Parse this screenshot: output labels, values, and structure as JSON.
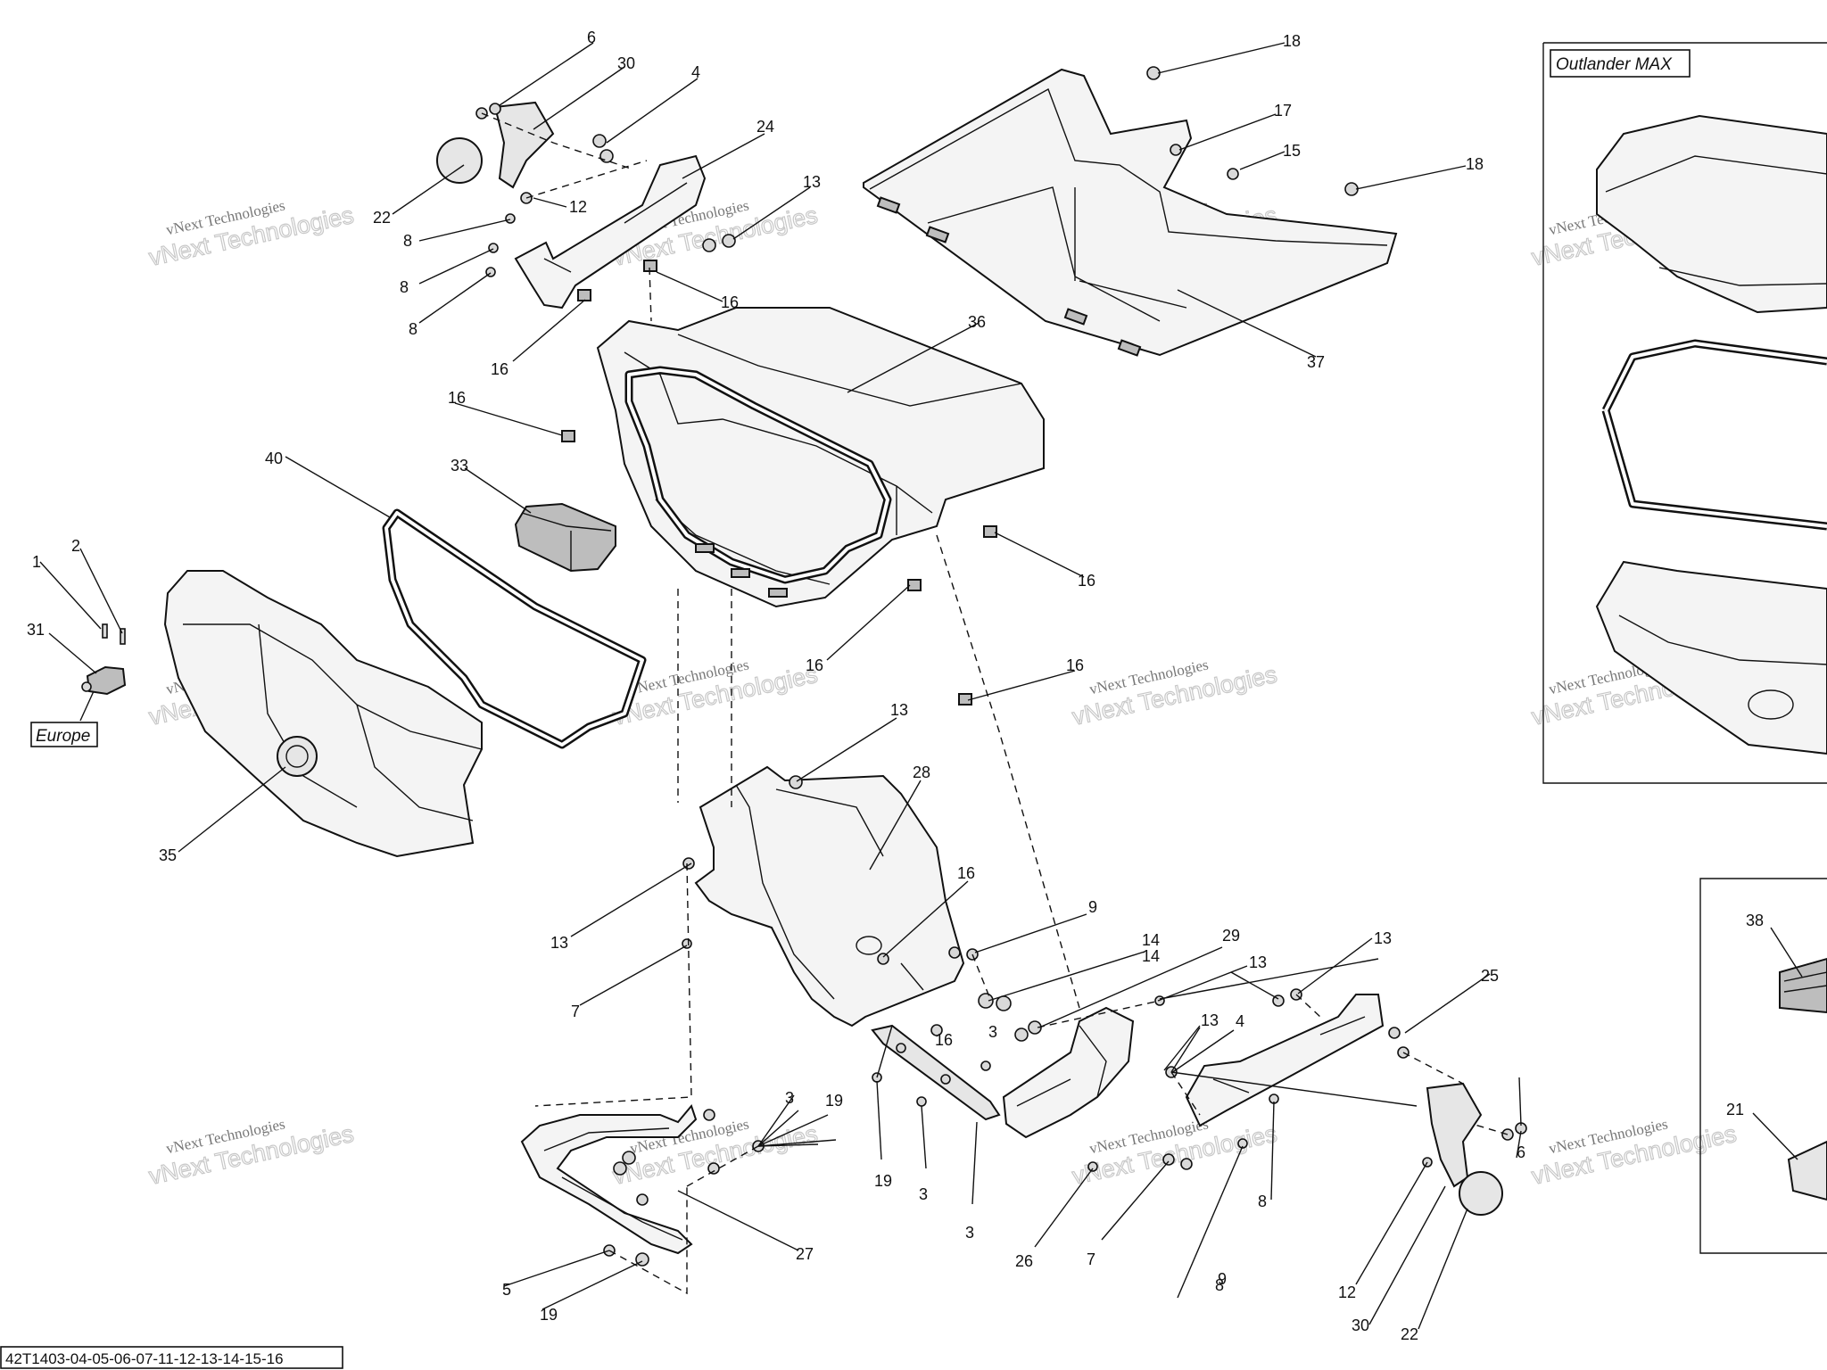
{
  "diagram": {
    "reference_code": "42T1403-04-05-06-07-11-12-13-14-15-16",
    "variant_labels": {
      "outlander_max": "Outlander MAX",
      "europe": "Europe"
    },
    "watermark": {
      "line1": "vNext Technologies",
      "line2": "vNext Technologies"
    },
    "callouts": [
      "6",
      "30",
      "4",
      "24",
      "22",
      "12",
      "8",
      "8",
      "8",
      "13",
      "16",
      "16",
      "18",
      "17",
      "15",
      "18",
      "37",
      "36",
      "16",
      "40",
      "33",
      "1",
      "2",
      "31",
      "16",
      "16",
      "16",
      "35",
      "13",
      "28",
      "13",
      "16",
      "9",
      "7",
      "14",
      "14",
      "29",
      "13",
      "13",
      "13",
      "25",
      "4",
      "16",
      "3",
      "3",
      "19",
      "19",
      "3",
      "3",
      "26",
      "7",
      "9",
      "8",
      "8",
      "6",
      "12",
      "30",
      "22",
      "5",
      "19",
      "27",
      "38",
      "21"
    ]
  }
}
